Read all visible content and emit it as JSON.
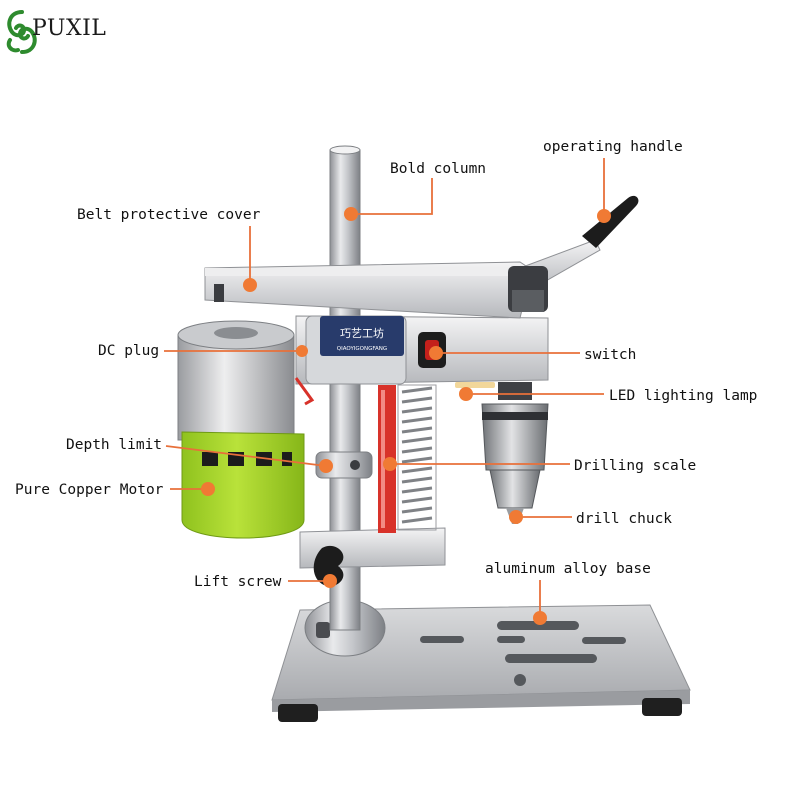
{
  "brand": {
    "name": "PUXIL",
    "logo_icon": "swirl-logo-icon",
    "logo_color": "#2e8b2e"
  },
  "product": {
    "icon": "bench-drill-press-icon",
    "plate_text": "巧艺工坊",
    "plate_subtext": "QIAOYIGONGFANG"
  },
  "colors": {
    "leader_line": "#e8703a",
    "dot": "#f07a34",
    "motor_green": "#a6d62a"
  },
  "labels": {
    "bold_column": "Bold column",
    "operating_handle": "operating handle",
    "belt_protective_cover": "Belt protective cover",
    "dc_plug": "DC plug",
    "switch": "switch",
    "led_lighting_lamp": "LED lighting lamp",
    "depth_limit": "Depth limit",
    "drilling_scale": "Drilling scale",
    "pure_copper_motor": "Pure Copper Motor",
    "drill_chuck": "drill chuck",
    "lift_screw": "Lift screw",
    "aluminum_alloy_base": "aluminum alloy base"
  }
}
